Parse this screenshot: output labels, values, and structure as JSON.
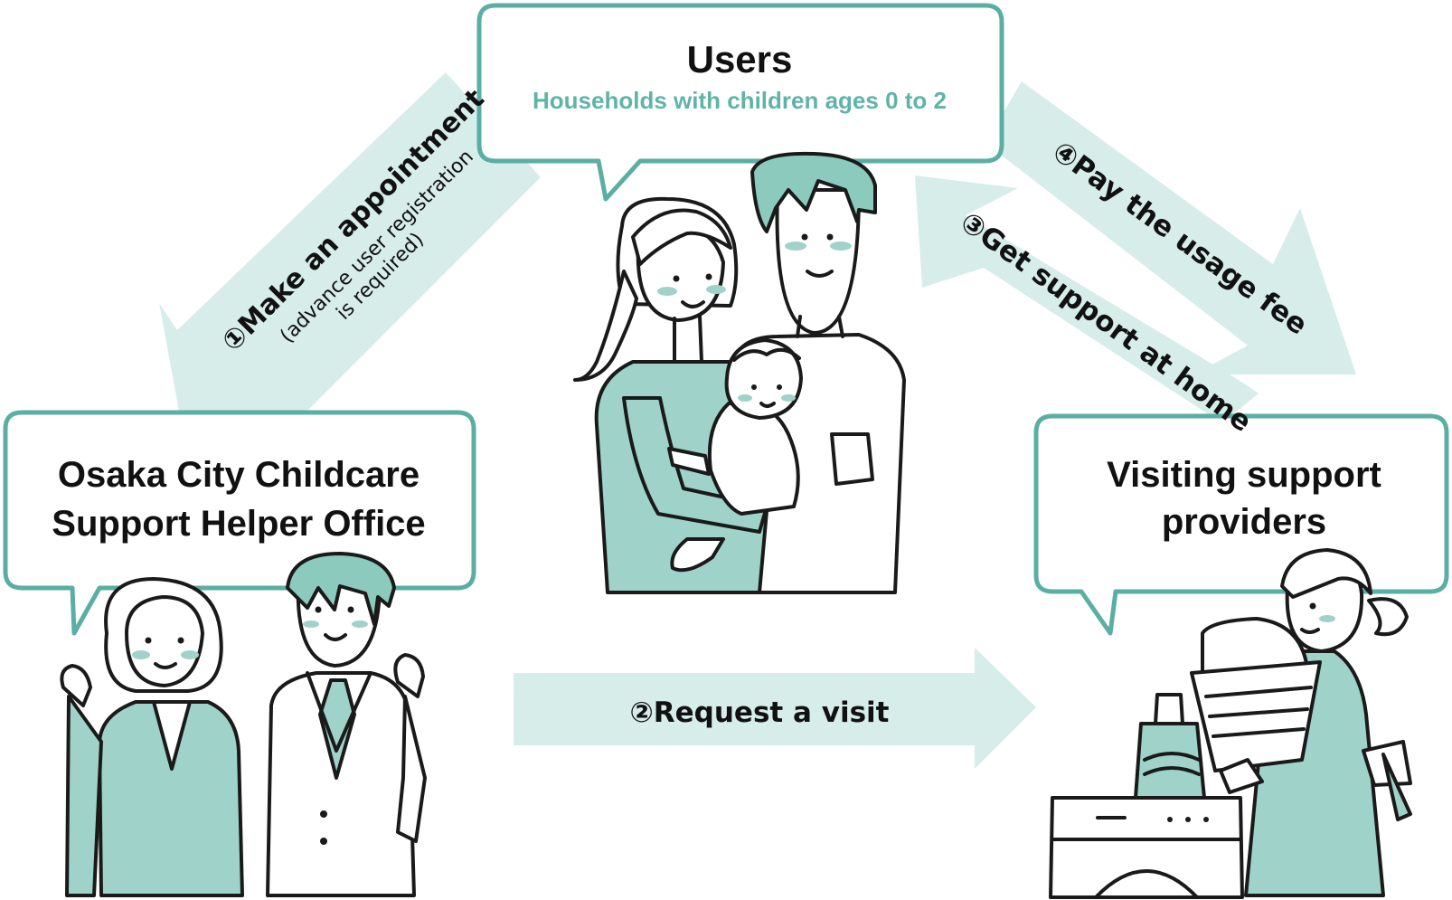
{
  "colors": {
    "teal_border": "#5aaea3",
    "teal_text": "#5fb4a7",
    "arrow_fill": "#d7ede9",
    "figure_fill": "#9fd3c9",
    "ink": "#1a1a1a"
  },
  "nodes": {
    "users": {
      "title": "Users",
      "subtitle": "Households with children ages 0 to 2"
    },
    "office": {
      "line1": "Osaka City Childcare",
      "line2": "Support Helper Office"
    },
    "providers": {
      "line1": "Visiting support",
      "line2": "providers"
    }
  },
  "steps": {
    "step1": {
      "label": "①Make an appointment",
      "note_line1": "(advance user registration",
      "note_line2": "is required)"
    },
    "step2": {
      "label": "②Request a visit"
    },
    "step3": {
      "label": "③Get support at home"
    },
    "step4": {
      "label": "④Pay the usage fee"
    }
  },
  "icons": {
    "family": "family-illustration",
    "office_staff": "office-staff-illustration",
    "helper": "helper-laundry-illustration"
  }
}
